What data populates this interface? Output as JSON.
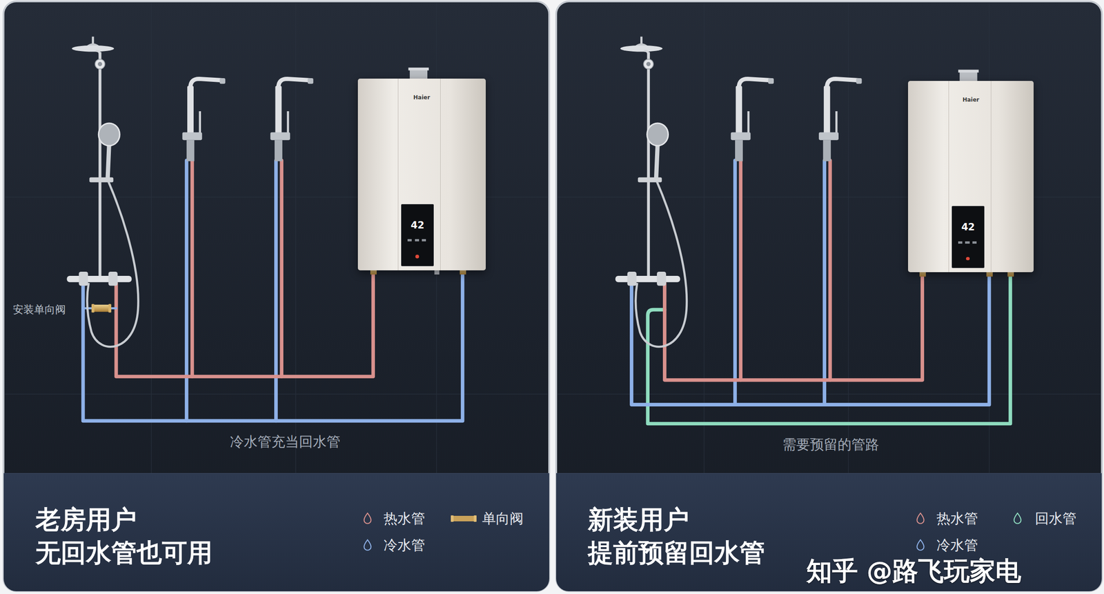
{
  "diagram": {
    "nodes": [
      {
        "text": [
          "Haier",
          "42"
        ]
      },
      {
        "text": [
          "老房用户 无回水管也可用"
        ]
      },
      {
        "text": [
          "Haier",
          "42"
        ]
      },
      {
        "text": [
          "新装用户 提前预留回水管"
        ]
      }
    ],
    "labels": [
      "安装单向阀",
      "冷水管充当回水管",
      "需要预留的管路",
      "知乎 @路飞玩家电"
    ],
    "legend": [
      {
        "text": "热水管",
        "color": "#d9918d"
      },
      {
        "text": "单向阀"
      },
      {
        "text": "冷水管",
        "color": "#8eb1e8"
      },
      {
        "text": "热水管",
        "color": "#d9918d"
      },
      {
        "text": "回水管",
        "color": "#8fdcbf"
      },
      {
        "text": "冷水管",
        "color": "#8eb1e8"
      }
    ]
  }
}
